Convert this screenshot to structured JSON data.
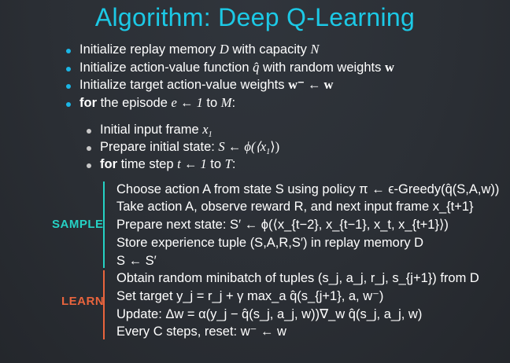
{
  "title": "Algorithm: Deep Q-Learning",
  "colors": {
    "title": "#1cc9e6",
    "sample": "#25d1c4",
    "learn": "#e9643d",
    "bullet": "#1bb6e6"
  },
  "top_bullets": [
    {
      "pre": "Initialize replay memory ",
      "v1": "D",
      "mid": " with capacity ",
      "v2": "N"
    },
    {
      "pre": "Initialize action-value function ",
      "v1": "q̂",
      "mid": " with random weights ",
      "v2": "w"
    },
    {
      "pre": "Initialize target action-value weights ",
      "v1": "w⁻ ← w"
    },
    {
      "kw": "for",
      "pre": " the episode ",
      "v1": "e ← 1",
      "mid": " to ",
      "v2": "M",
      "post": ":"
    }
  ],
  "inner_bullets": [
    {
      "pre": "Initial input frame ",
      "v1": "x",
      "s1": "1"
    },
    {
      "pre": "Prepare initial state: ",
      "v1": "S ← ϕ(⟨x",
      "s1": "1",
      "post": "⟩)"
    },
    {
      "kw": "for",
      "pre": " time step ",
      "v1": "t ← 1",
      "mid": " to ",
      "v2": "T",
      "post": ":"
    }
  ],
  "sample": {
    "label": "SAMPLE",
    "lines": [
      "Choose action A from state S using policy π ← ϵ-Greedy(q̂(S,A,w))",
      "Take action A, observe reward R, and next input frame x_{t+1}",
      "Prepare next state: S′ ← ϕ(⟨x_{t−2}, x_{t−1}, x_t, x_{t+1}⟩)",
      "Store experience tuple (S,A,R,S′) in replay memory D",
      "S ← S′"
    ]
  },
  "learn": {
    "label": "LEARN",
    "lines": [
      "Obtain random minibatch of tuples (s_j, a_j, r_j, s_{j+1}) from D",
      "Set target y_j = r_j + γ max_a q̂(s_{j+1}, a, w⁻)",
      "Update: Δw = α(y_j − q̂(s_j, a_j, w))∇_w q̂(s_j, a_j, w)",
      "Every C steps, reset: w⁻ ← w"
    ]
  }
}
